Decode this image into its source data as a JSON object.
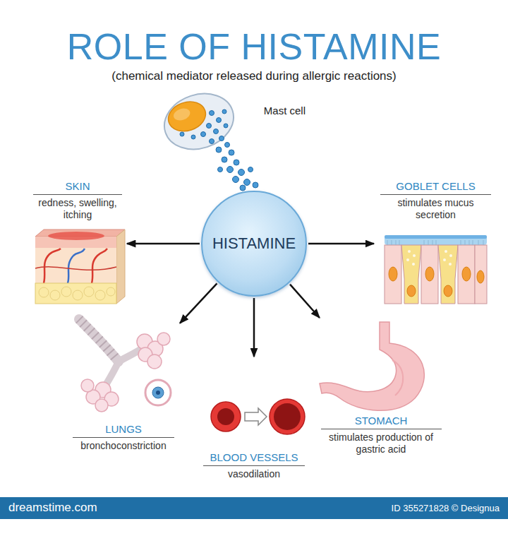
{
  "diagram": {
    "title": "ROLE OF HISTAMINE",
    "nodes": [
      {
        "text": [
          "Mast cell"
        ]
      },
      {
        "text": [
          "HISTAMINE"
        ]
      },
      {
        "text": [
          "SKIN",
          "redness, swelling, itching"
        ]
      },
      {
        "text": [
          "GOBLET CELLS",
          "stimulates mucus secretion"
        ]
      },
      {
        "text": [
          "LUNGS",
          "bronchoconstriction"
        ]
      },
      {
        "text": [
          "BLOOD VESSELS",
          "vasodilation"
        ]
      },
      {
        "text": [
          "STOMACH",
          "stimulates production of gastric acid"
        ]
      }
    ],
    "edges": [
      {
        "from": 1,
        "to": 2,
        "arrow": "to"
      },
      {
        "from": 1,
        "to": 3,
        "arrow": "to"
      },
      {
        "from": 1,
        "to": 4,
        "arrow": "to"
      },
      {
        "from": 1,
        "to": 5,
        "arrow": "to"
      },
      {
        "from": 1,
        "to": 6,
        "arrow": "to"
      }
    ],
    "labels": [
      "(chemical mediator released during allergic reactions)",
      "dreamstime.com",
      "ID 355271828 © Designua"
    ]
  }
}
